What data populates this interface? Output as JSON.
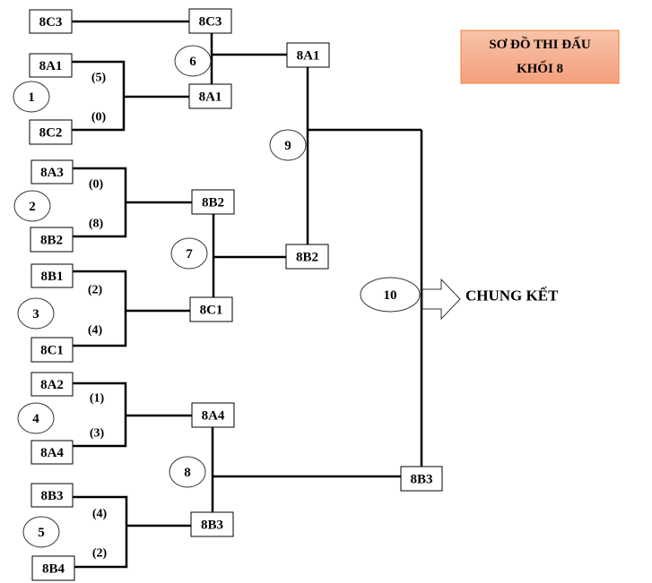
{
  "title": {
    "line1": "SƠ ĐỒ THI ĐẤU",
    "line2": "KHỐI 8",
    "fill_top": "#f8c3a8",
    "fill_bottom": "#f4a07e",
    "border": "#ed7d31"
  },
  "round1": {
    "teams": [
      "8C3",
      "8A1",
      "8C2",
      "8A3",
      "8B2",
      "8B1",
      "8C1",
      "8A2",
      "8A4",
      "8B3",
      "8B4"
    ],
    "matches": [
      {
        "number": "1",
        "team_a": "8A1",
        "score_a": "(5)",
        "team_b": "8C2",
        "score_b": "(0)"
      },
      {
        "number": "2",
        "team_a": "8A3",
        "score_a": "(0)",
        "team_b": "8B2",
        "score_b": "(8)"
      },
      {
        "number": "3",
        "team_a": "8B1",
        "score_a": "(2)",
        "team_b": "8C1",
        "score_b": "(4)"
      },
      {
        "number": "4",
        "team_a": "8A2",
        "score_a": "(1)",
        "team_b": "8A4",
        "score_b": "(3)"
      },
      {
        "number": "5",
        "team_a": "8B3",
        "score_a": "(4)",
        "team_b": "8B4",
        "score_b": "(2)"
      }
    ],
    "bye_team": "8C3"
  },
  "round2": {
    "matches": [
      {
        "number": "6",
        "team_a": "8C3",
        "team_b": "8A1"
      },
      {
        "number": "7",
        "team_a": "8B2",
        "team_b": "8C1"
      },
      {
        "number": "8",
        "team_a": "8A4",
        "team_b": "8B3"
      }
    ]
  },
  "round3": {
    "matches": [
      {
        "number": "9",
        "team_a": "8A1",
        "team_b": "8B2"
      }
    ],
    "bye_team": "8B3"
  },
  "final": {
    "number": "10",
    "label": "CHUNG KẾT"
  }
}
